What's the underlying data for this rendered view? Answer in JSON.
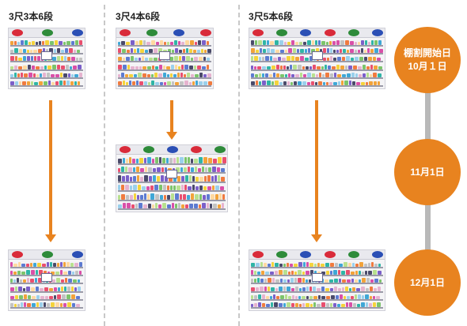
{
  "columns": [
    {
      "title": "3尺3本6段"
    },
    {
      "title": "3尺4本6段"
    },
    {
      "title": "3尺5本6段"
    }
  ],
  "timeline": [
    {
      "label_line1": "棚割開始日",
      "label_line2": "10月１日"
    },
    {
      "label_line1": "11月1日",
      "label_line2": ""
    },
    {
      "label_line1": "12月1日",
      "label_line2": ""
    }
  ],
  "colors": {
    "arrow": "#e8831f",
    "circle": "#e8831f",
    "timeline_bar": "#b9b9b9",
    "divider": "#c8c8c8"
  }
}
